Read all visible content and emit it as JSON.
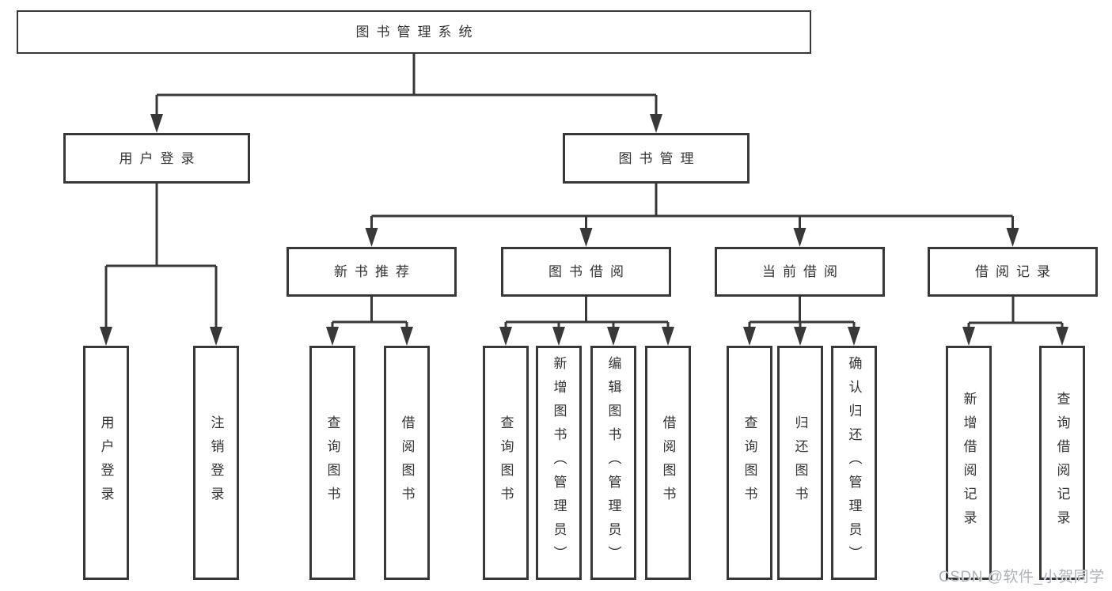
{
  "tree": {
    "label": "图书管理系统",
    "children": [
      {
        "label": "用户登录",
        "children": [
          {
            "label": "用户登录"
          },
          {
            "label": "注销登录"
          }
        ]
      },
      {
        "label": "图书管理",
        "children": [
          {
            "label": "新书推荐",
            "children": [
              {
                "label": "查询图书"
              },
              {
                "label": "借阅图书"
              }
            ]
          },
          {
            "label": "图书借阅",
            "children": [
              {
                "label": "查询图书"
              },
              {
                "label": "新增图书（管理员）"
              },
              {
                "label": "编辑图书（管理员）"
              },
              {
                "label": "借阅图书"
              }
            ]
          },
          {
            "label": "当前借阅",
            "children": [
              {
                "label": "查询图书"
              },
              {
                "label": "归还图书"
              },
              {
                "label": "确认归还（管理员）"
              }
            ]
          },
          {
            "label": "借阅记录",
            "children": [
              {
                "label": "新增借阅记录"
              },
              {
                "label": "查询借阅记录"
              }
            ]
          }
        ]
      }
    ]
  },
  "watermark": {
    "text": "CSDN @软件_小贺同学"
  },
  "colors": {
    "line": "#383838",
    "text": "#333333",
    "background": "#ffffff",
    "watermark": "#adb2b8"
  }
}
